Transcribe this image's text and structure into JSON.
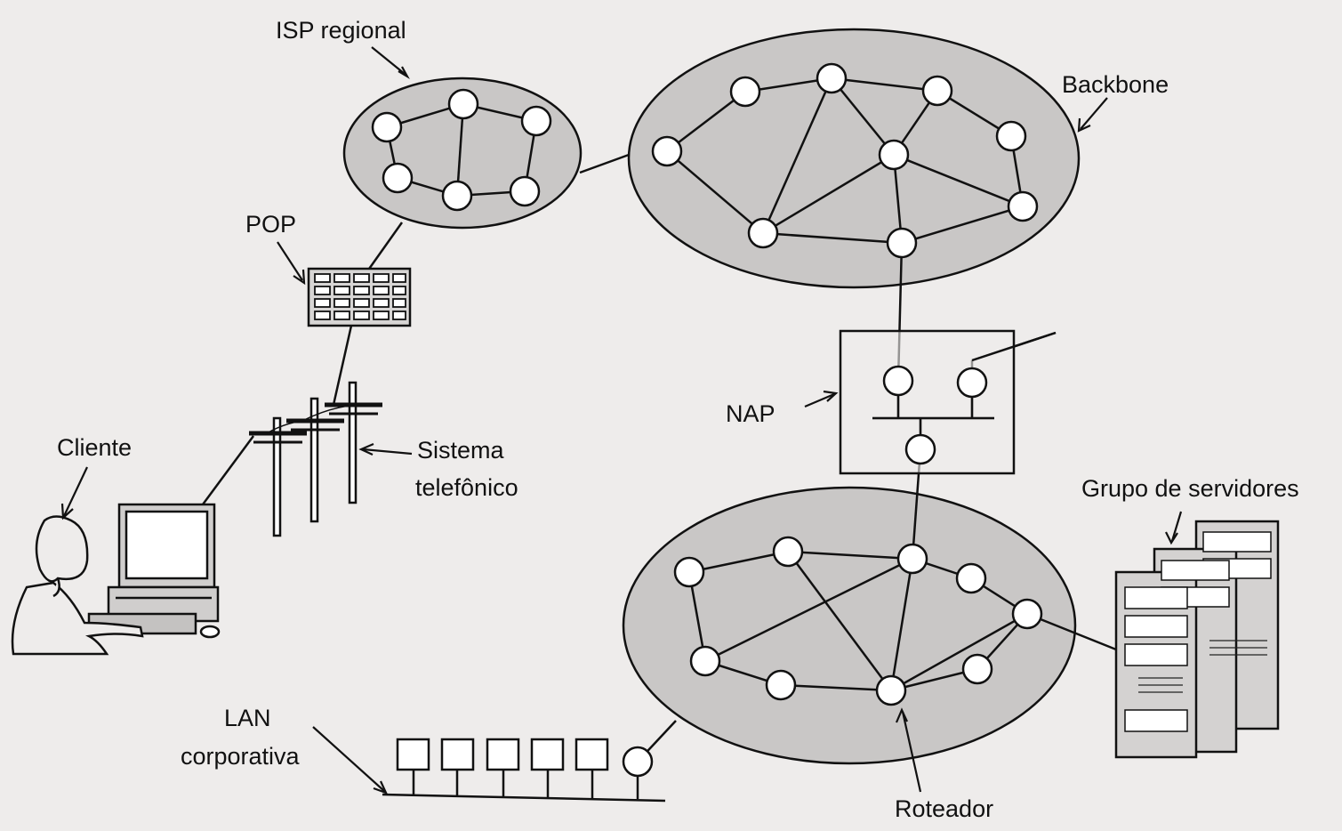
{
  "labels": {
    "isp_regional": "ISP regional",
    "backbone": "Backbone",
    "pop": "POP",
    "nap": "NAP",
    "cliente": "Cliente",
    "sistema_telefonico_line1": "Sistema",
    "sistema_telefonico_line2": "telefônico",
    "grupo_de_servidores": "Grupo de servidores",
    "lan_corporativa_line1": "LAN",
    "lan_corporativa_line2": "corporativa",
    "roteador": "Roteador"
  },
  "colors": {
    "page": "#eeeceb",
    "cloud_fill": "#c9c7c6",
    "stroke": "#111111",
    "node_fill": "#ffffff"
  }
}
